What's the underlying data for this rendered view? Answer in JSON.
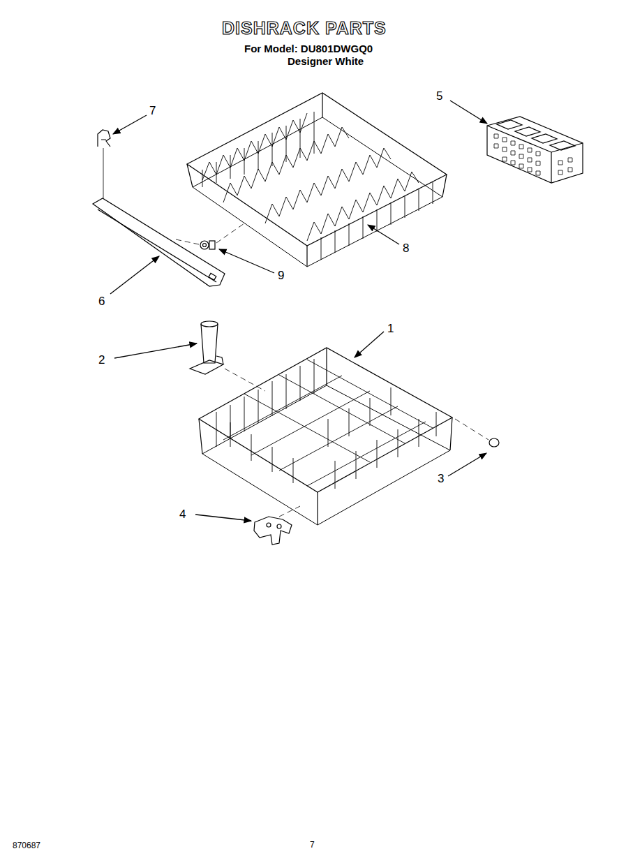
{
  "diagram": {
    "title": "DISHRACK PARTS",
    "labels": [
      "For Model: DU801DWGQ0",
      "Designer White",
      "7",
      "5",
      "8",
      "9",
      "6",
      "2",
      "1",
      "3",
      "4",
      "870687",
      "7"
    ]
  }
}
